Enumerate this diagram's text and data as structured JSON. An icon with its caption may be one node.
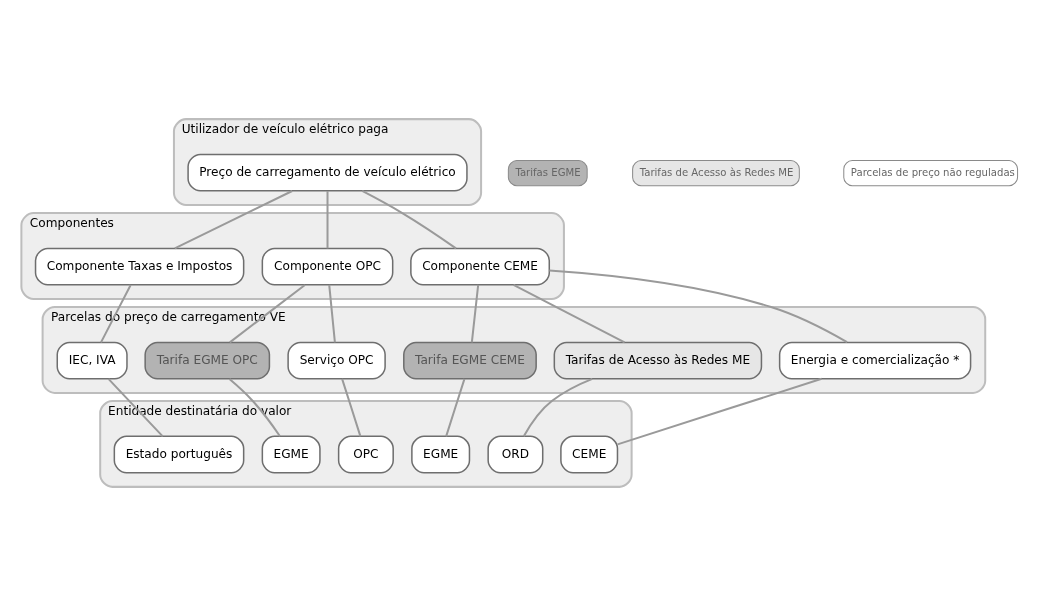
{
  "diagram": {
    "nodes": [
      {
        "text": [
          "Utilizador de veículo elétrico paga"
        ]
      },
      {
        "text": [
          "Preço de carregamento de veículo elétrico"
        ],
        "in": 0
      },
      {
        "text": [
          "Componentes"
        ]
      },
      {
        "text": [
          "Componente CEME"
        ],
        "in": 2
      },
      {
        "text": [
          "Componente OPC"
        ],
        "in": 2
      },
      {
        "text": [
          "Componente Taxas e Impostos"
        ],
        "in": 2
      },
      {
        "text": [
          "Parcelas do preço de carregamento VE"
        ]
      },
      {
        "text": [
          "Energia e comercialização *"
        ],
        "in": 6
      },
      {
        "text": [
          "Tarifas de Acesso às Redes ME"
        ],
        "in": 6
      },
      {
        "text": [
          "Tarifa EGME CEME"
        ],
        "in": 6
      },
      {
        "text": [
          "Serviço OPC"
        ],
        "in": 6
      },
      {
        "text": [
          "Tarifa EGME OPC"
        ],
        "in": 6
      },
      {
        "text": [
          "IEC, IVA"
        ],
        "in": 6
      },
      {
        "text": [
          "Entidade destinatária do valor"
        ]
      },
      {
        "text": [
          "CEME"
        ],
        "in": 13
      },
      {
        "text": [
          "ORD"
        ],
        "in": 13
      },
      {
        "text": [
          "EGME"
        ],
        "in": 13
      },
      {
        "text": [
          "OPC"
        ],
        "in": 13
      },
      {
        "text": [
          "EGME"
        ],
        "in": 13
      },
      {
        "text": [
          "Estado português"
        ],
        "in": 13
      }
    ],
    "edges": [
      {
        "from": 1,
        "to": 3,
        "arrow": "none"
      },
      {
        "from": 1,
        "to": 4,
        "arrow": "none"
      },
      {
        "from": 1,
        "to": 5,
        "arrow": "none"
      },
      {
        "from": 3,
        "to": 7,
        "arrow": "none"
      },
      {
        "from": 3,
        "to": 8,
        "arrow": "none"
      },
      {
        "from": 3,
        "to": 9,
        "arrow": "none"
      },
      {
        "from": 4,
        "to": 10,
        "arrow": "none"
      },
      {
        "from": 4,
        "to": 11,
        "arrow": "none"
      },
      {
        "from": 5,
        "to": 12,
        "arrow": "none"
      },
      {
        "from": 7,
        "to": 14,
        "arrow": "none"
      },
      {
        "from": 8,
        "to": 15,
        "arrow": "none"
      },
      {
        "from": 9,
        "to": 16,
        "arrow": "none"
      },
      {
        "from": 10,
        "to": 17,
        "arrow": "none"
      },
      {
        "from": 11,
        "to": 18,
        "arrow": "none"
      },
      {
        "from": 12,
        "to": 19,
        "arrow": "none"
      }
    ],
    "legend": [
      {
        "text": "Tarifas EGME",
        "color": "#b3b3b3"
      },
      {
        "text": "Tarifas de Acesso às Redes ME",
        "color": "#e6e6e6"
      },
      {
        "text": "Parcelas de preço não reguladas",
        "color": "#ffffff"
      }
    ]
  }
}
